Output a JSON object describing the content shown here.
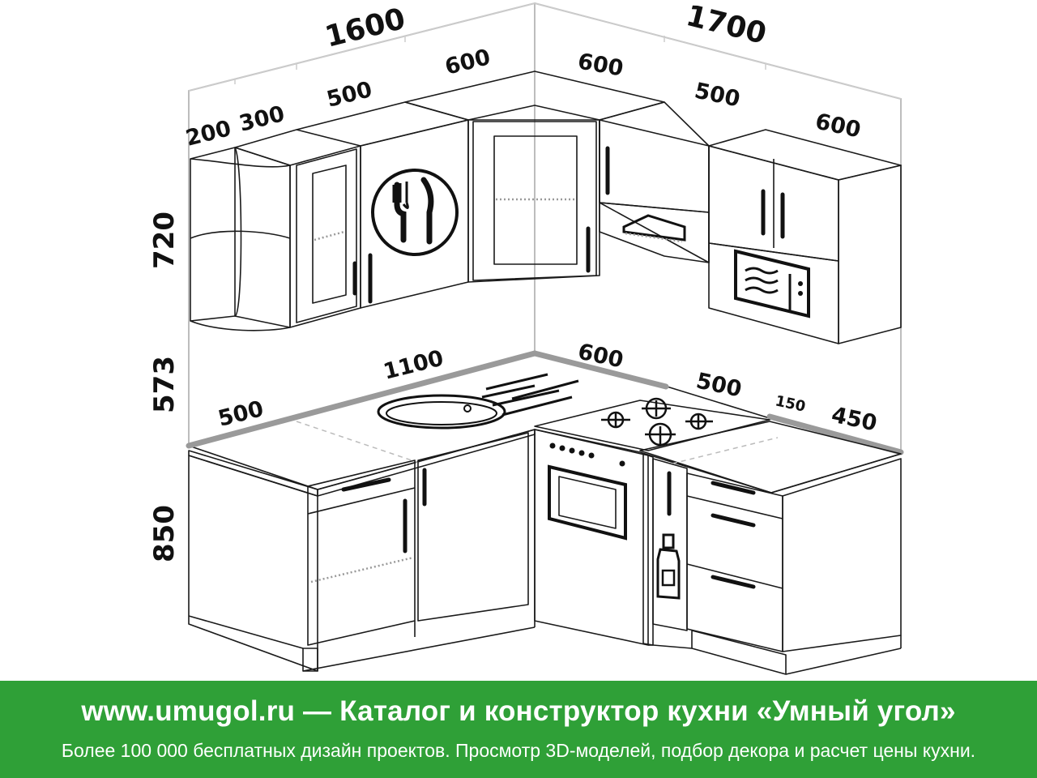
{
  "dimensions": {
    "total_left": "1600",
    "total_right": "1700",
    "upper_left": [
      "200",
      "300",
      "500",
      "600"
    ],
    "upper_right": [
      "600",
      "500",
      "600"
    ],
    "height_upper": "720",
    "height_gap": "573",
    "height_base": "850",
    "counter_left": [
      "500",
      "1100"
    ],
    "counter_right": [
      "600",
      "500",
      "150",
      "450"
    ]
  },
  "banner": {
    "title": "www.umugol.ru — Каталог и конструктор кухни «Умный угол»",
    "subtitle": "Более 100 000 бесплатных дизайн проектов. Просмотр 3D-моделей, подбор декора и расчет цены кухни."
  },
  "colors": {
    "banner_bg": "#2fa037",
    "line": "#1a1a1a",
    "counter_edge": "#9a9a9a",
    "glass": "#e8f4fb"
  },
  "icons": [
    "cutlery-icon",
    "microwave-icon",
    "range-hood-icon",
    "gas-hob-icon",
    "bottle-icon"
  ]
}
